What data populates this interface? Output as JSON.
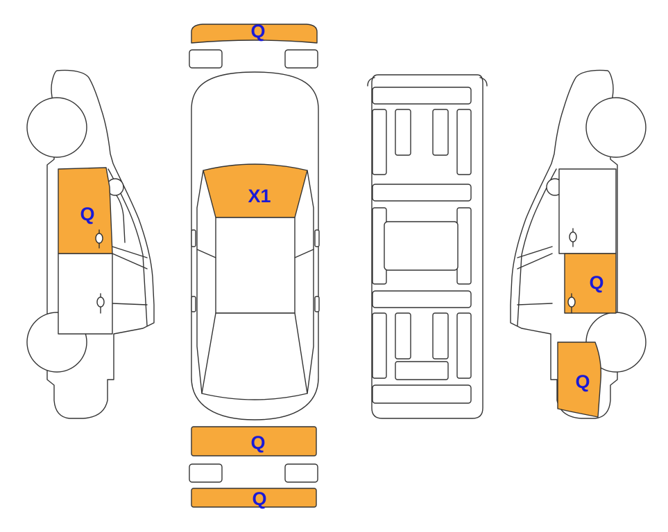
{
  "colors": {
    "damage_fill": "#F7A93B",
    "outline": "#333333",
    "label": "#1A1AD6",
    "background": "#FFFFFF"
  },
  "panels": {
    "front_bumper": "Q",
    "windshield": "X1",
    "rear_bumper_upper": "Q",
    "rear_bumper_lower": "Q",
    "left_rear_door": "Q",
    "right_rear_door": "Q",
    "right_rear_quarter": "Q"
  }
}
